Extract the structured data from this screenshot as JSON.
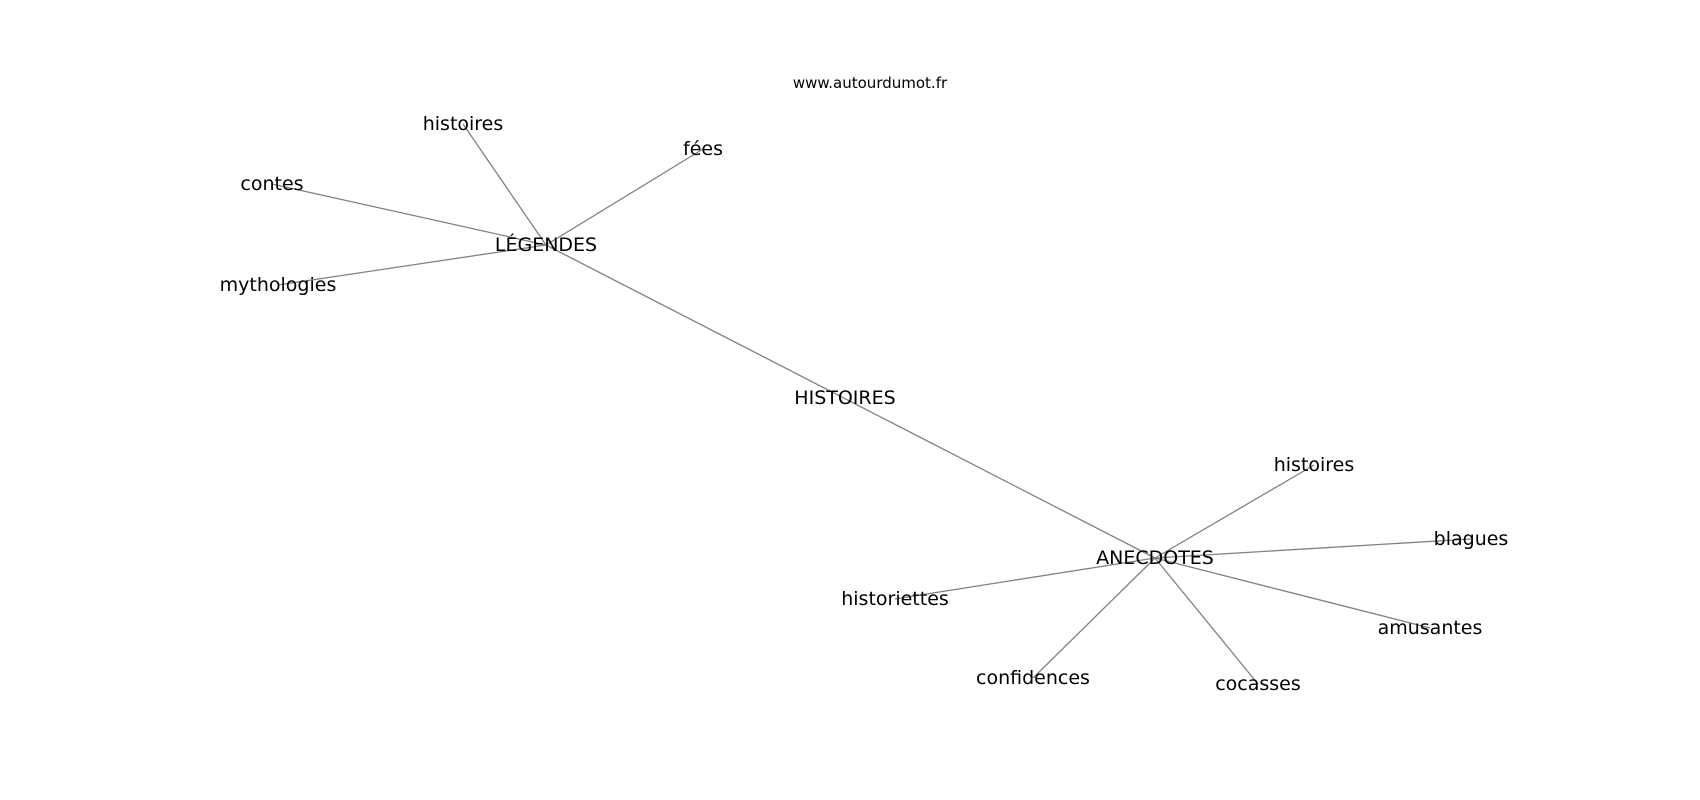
{
  "watermark": "www.autourdumot.fr",
  "graph": {
    "nodes": [
      {
        "id": "histoires_main",
        "label": "HISTOIRES",
        "name": "node-histoires-center"
      },
      {
        "id": "legendes",
        "label": "LÉGENDES",
        "name": "node-legendes"
      },
      {
        "id": "anecdotes",
        "label": "ANECDOTES",
        "name": "node-anecdotes"
      },
      {
        "id": "histoires_l",
        "label": "histoires",
        "name": "node-histoires-legendes"
      },
      {
        "id": "fees",
        "label": "fées",
        "name": "node-fees"
      },
      {
        "id": "contes",
        "label": "contes",
        "name": "node-contes"
      },
      {
        "id": "mythologies",
        "label": "mythologies",
        "name": "node-mythologies"
      },
      {
        "id": "histoires_a",
        "label": "histoires",
        "name": "node-histoires-anecdotes"
      },
      {
        "id": "blagues",
        "label": "blagues",
        "name": "node-blagues"
      },
      {
        "id": "amusantes",
        "label": "amusantes",
        "name": "node-amusantes"
      },
      {
        "id": "cocasses",
        "label": "cocasses",
        "name": "node-cocasses"
      },
      {
        "id": "confidences",
        "label": "confidences",
        "name": "node-confidences"
      },
      {
        "id": "historiettes",
        "label": "historiettes",
        "name": "node-historiettes"
      }
    ],
    "edges": [
      [
        "legendes",
        "anecdotes"
      ],
      [
        "legendes",
        "histoires_l"
      ],
      [
        "legendes",
        "fees"
      ],
      [
        "legendes",
        "contes"
      ],
      [
        "legendes",
        "mythologies"
      ],
      [
        "anecdotes",
        "histoires_a"
      ],
      [
        "anecdotes",
        "blagues"
      ],
      [
        "anecdotes",
        "amusantes"
      ],
      [
        "anecdotes",
        "cocasses"
      ],
      [
        "anecdotes",
        "confidences"
      ],
      [
        "anecdotes",
        "historiettes"
      ]
    ]
  }
}
